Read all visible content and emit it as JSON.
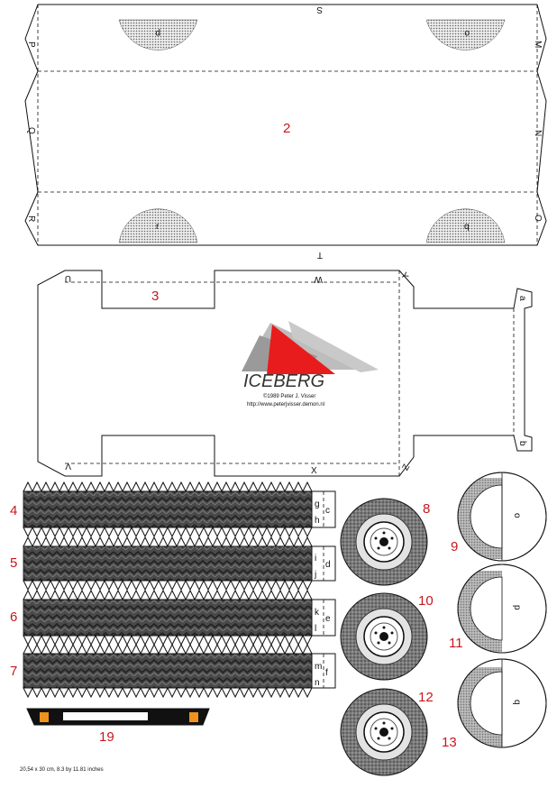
{
  "pieces": {
    "p2": "2",
    "p3": "3",
    "p4": "4",
    "p5": "5",
    "p6": "6",
    "p7": "7",
    "p8": "8",
    "p9": "9",
    "p10": "10",
    "p11": "11",
    "p12": "12",
    "p13": "13",
    "p19": "19"
  },
  "letters": {
    "S": "S",
    "T": "T",
    "P": "P",
    "Q": "Q",
    "R": "R",
    "M": "M",
    "N": "N",
    "O": "O",
    "p": "p",
    "o": "o",
    "r": "r",
    "q": "q",
    "U": "U",
    "V": "V",
    "W": "W",
    "X": "X",
    "Y": "Y",
    "Z": "Z",
    "a": "a",
    "b": "b",
    "c": "c",
    "d": "d",
    "e": "e",
    "f": "f",
    "g": "g",
    "h": "h",
    "i": "i",
    "j": "j",
    "k": "k",
    "l": "l",
    "m": "m",
    "n": "n"
  },
  "logo": {
    "brand": "ICEBERG",
    "copyright": "©1989 Peter J. Visser",
    "url": "http://www.peterjvisser.demon.nl"
  },
  "footer": {
    "size": "20,54 x 30 cm, 8.3 by 11.81 inches"
  },
  "colors": {
    "accent": "#e81c1c",
    "number": "#c8161d",
    "logo_gray": "#b4b4b4"
  }
}
